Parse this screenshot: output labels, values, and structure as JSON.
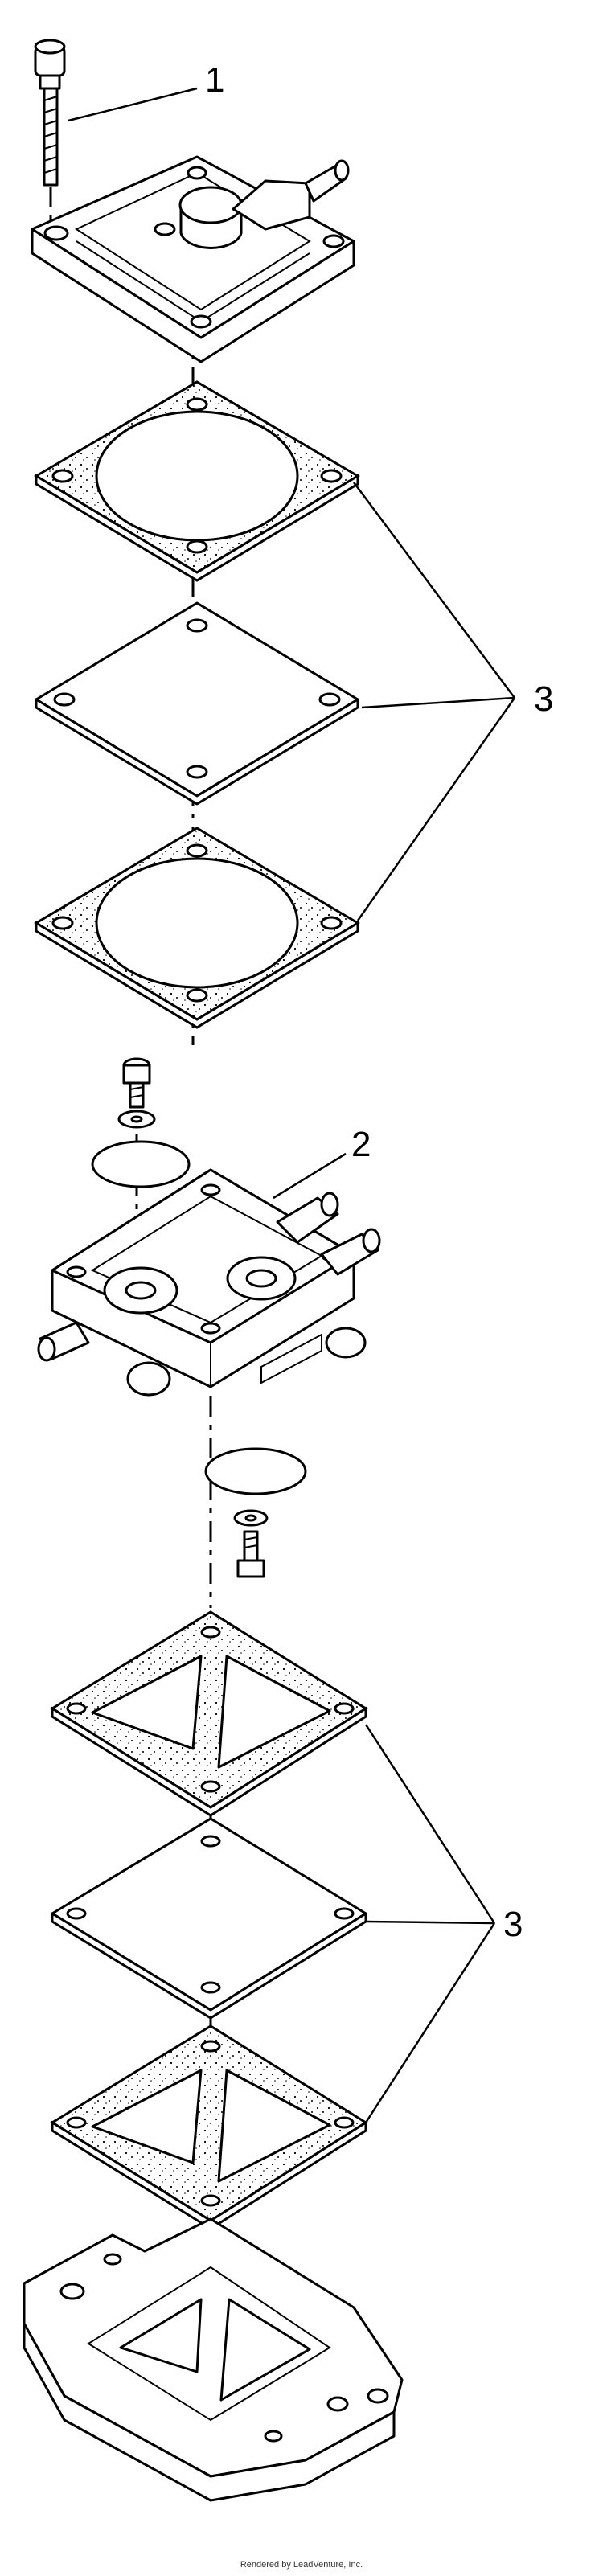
{
  "callouts": {
    "part1": "1",
    "part2": "2",
    "part3_upper": "3",
    "part3_lower": "3"
  },
  "footer": "Rendered by LeadVenture, Inc.",
  "colors": {
    "ink": "#000000",
    "paper": "#ffffff"
  }
}
